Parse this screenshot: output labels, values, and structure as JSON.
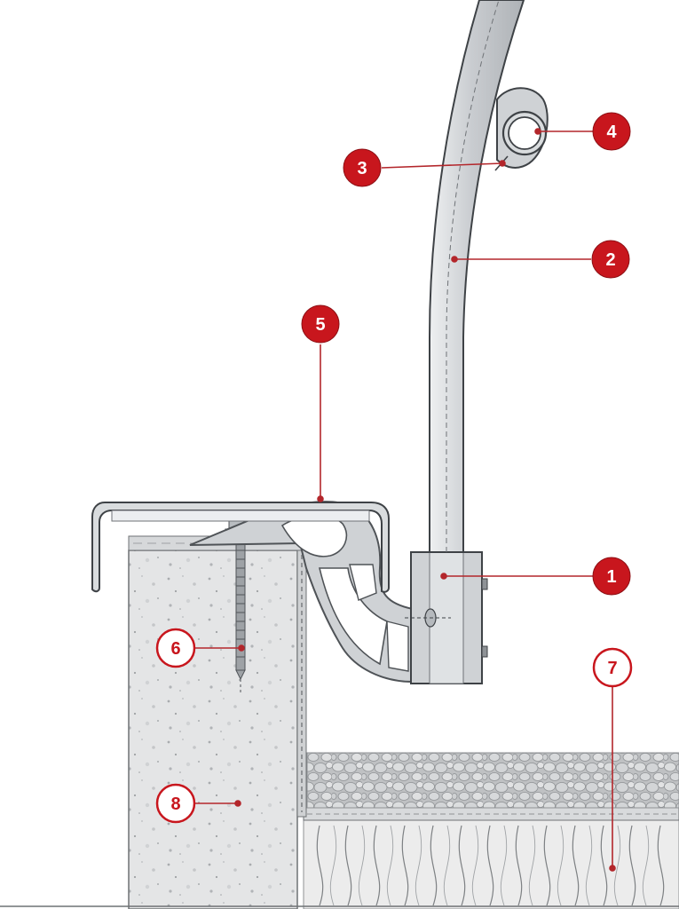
{
  "diagram": {
    "callouts": [
      {
        "id": "callout-1",
        "label": "1",
        "style": "filled"
      },
      {
        "id": "callout-2",
        "label": "2",
        "style": "filled"
      },
      {
        "id": "callout-3",
        "label": "3",
        "style": "filled"
      },
      {
        "id": "callout-4",
        "label": "4",
        "style": "filled"
      },
      {
        "id": "callout-5",
        "label": "5",
        "style": "filled"
      },
      {
        "id": "callout-6",
        "label": "6",
        "style": "outline"
      },
      {
        "id": "callout-7",
        "label": "7",
        "style": "outline"
      },
      {
        "id": "callout-8",
        "label": "8",
        "style": "outline"
      }
    ],
    "colors": {
      "accent_red": "#c8161d",
      "metal_fill": "#d3d6d9",
      "metal_stroke": "#555a5f",
      "concrete_fill": "#e4e5e6",
      "gravel_fill": "#c9cbcd",
      "insulation_fill": "#ececec",
      "leader_line": "#b3262b"
    }
  }
}
